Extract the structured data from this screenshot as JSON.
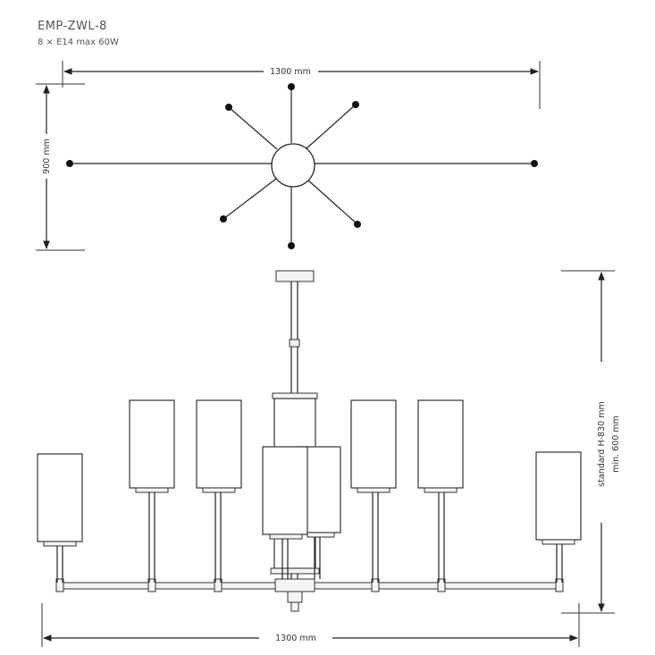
{
  "header": {
    "model": "EMP-ZWL-8",
    "spec": "8 × E14 max 60W"
  },
  "dimensions": {
    "top_width": "1300 mm",
    "top_depth": "900 mm",
    "bottom_width": "1300 mm",
    "height_standard": "standard H-830 mm",
    "height_min": "min. 600 mm"
  }
}
